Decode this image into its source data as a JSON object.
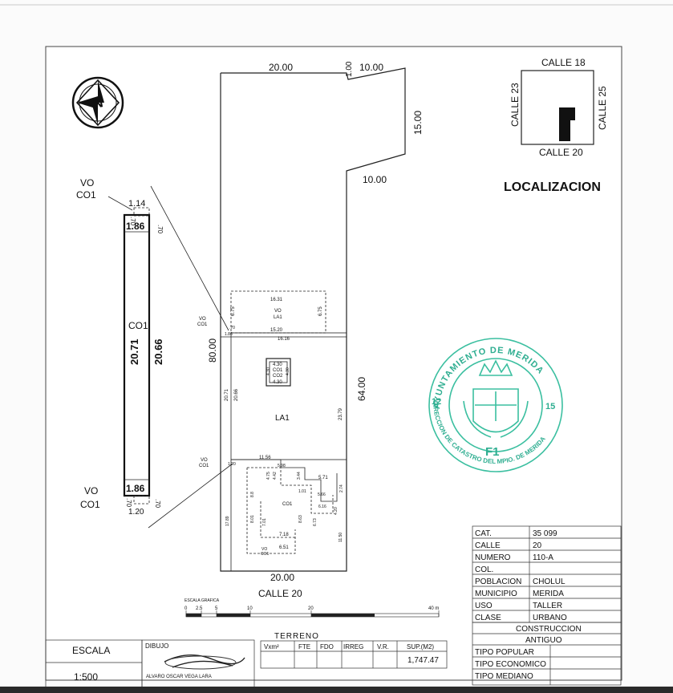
{
  "plan": {
    "top_width": "20.00",
    "offset_jog": "1.00",
    "top_right_width": "10.00",
    "right_upper_depth": "15.00",
    "step_width": "10.00",
    "total_depth": "64.00",
    "left_depth": "80.00",
    "bottom_width": "20.00",
    "street": "CALLE 20",
    "lot_label": "LA1",
    "vo_la1": {
      "top": "16.31",
      "side_left": "6.75",
      "side_right": "6.75",
      "label1": "VO",
      "label2": "LA1"
    },
    "inner": {
      "w1": "15.20",
      "w2": "16.16",
      "side_a": "20.71",
      "side_b": "20.66",
      "side_c": "23.79"
    },
    "co_box": {
      "top": "4.30",
      "l1": "CO1",
      "l2": "CO2",
      "bottom": "4.30",
      "s1": "4.30",
      "s2": "4.30"
    },
    "lower": {
      "w1": "11.56",
      "w2": "5.98",
      "w3": "5.71",
      "w4": "5.66",
      "w5": "6.16",
      "d1": "4.42",
      "d2": "3.44",
      "d3": "2.74",
      "d4": "17.89",
      "d5": "11.50",
      "d6": "8.01",
      "d7": "7.01",
      "d8": "8.63",
      "d9": "6.73",
      "d10": "4.20",
      "w6": "7.18",
      "w7": "6.51",
      "w8": "1.01",
      "w9": "8.8",
      "w10": "4.75",
      "w11": "1.20",
      "co1": "CO1",
      "vo": "VO",
      "co": "CO1"
    },
    "small_labels": {
      "vo1": "VO",
      "co1": "CO1",
      "vo2": "VO",
      "co2": "CO1"
    },
    "dim_small": {
      "a": "1.86",
      "b": ".70"
    }
  },
  "detail": {
    "vo_label": "VO",
    "co_label": "CO1",
    "top_dim": "1.14",
    "top_strip": ".70",
    "top_strip_r": ".70",
    "top_width": "1.86",
    "length_a": "20.71",
    "length_b": "20.66",
    "label_mid": "CO1",
    "bottom_width": "1.86",
    "bottom_strip": ".70",
    "bottom_strip_r": ".70",
    "bottom_dim": "1.20",
    "vo2_label": "VO",
    "co2_label": "CO1"
  },
  "location": {
    "title": "LOCALIZACION",
    "north": "CALLE 18",
    "south": "CALLE 20",
    "west": "CALLE 23",
    "east": "CALLE 25"
  },
  "north_arrow": {
    "letter": "N"
  },
  "seal": {
    "top_text": "AYUNTAMIENTO DE MERIDA",
    "bottom_text": "DIRECCION DE CATASTRO DEL MPIO. DE MERIDA",
    "left_num": "12",
    "right_num": "15",
    "code": "F1"
  },
  "scale_bar": {
    "title": "ESCALA GRAFICA",
    "ticks": [
      "0",
      "2.5",
      "5",
      "10",
      "20",
      "40 m"
    ]
  },
  "info_table": {
    "rows": [
      {
        "label": "CAT.",
        "value": "35 099"
      },
      {
        "label": "CALLE",
        "value": "20"
      },
      {
        "label": "NUMERO",
        "value": "110-A"
      },
      {
        "label": "COL.",
        "value": ""
      },
      {
        "label": "POBLACION",
        "value": "CHOLUL"
      },
      {
        "label": "MUNICIPIO",
        "value": "MERIDA"
      },
      {
        "label": "USO",
        "value": "TALLER"
      },
      {
        "label": "CLASE",
        "value": "URBANO"
      }
    ],
    "construccion": "CONSTRUCCION",
    "antiguo": "ANTIGUO",
    "tipos": [
      "TIPO POPULAR",
      "TIPO ECONOMICO",
      "TIPO MEDIANO"
    ]
  },
  "footer": {
    "escala_label": "ESCALA",
    "escala_value": "1:500",
    "dibujo_label": "DIBUJO",
    "dibujo_name": "ALVARO OSCAR VEGA LARA",
    "terreno_title": "TERRENO",
    "terreno_headers": [
      "Vxm²",
      "FTE",
      "FDO",
      "IRREG",
      "V.R.",
      "SUP.(M2)"
    ],
    "terreno_sup": "1,747.47"
  }
}
